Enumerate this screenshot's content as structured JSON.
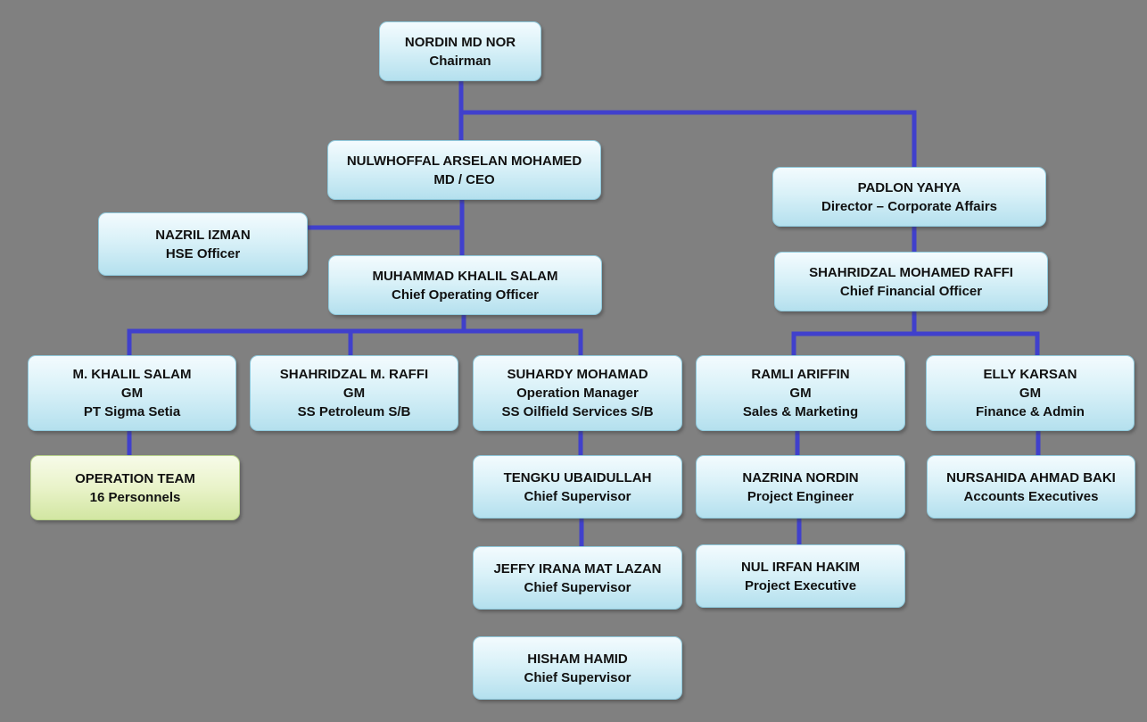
{
  "colors": {
    "connector": "#4040cc",
    "box": "#c8ebf4",
    "box_highlight": "#e3f0bd",
    "background": "#808080"
  },
  "nodes": {
    "chairman": {
      "lines": [
        "NORDIN MD NOR",
        "Chairman"
      ]
    },
    "ceo": {
      "lines": [
        "NULWHOFFAL ARSELAN MOHAMED",
        "MD / CEO"
      ]
    },
    "dir_corp": {
      "lines": [
        "PADLON YAHYA",
        "Director – Corporate Affairs"
      ]
    },
    "hse": {
      "lines": [
        "NAZRIL IZMAN",
        "HSE Officer"
      ]
    },
    "coo": {
      "lines": [
        "MUHAMMAD KHALIL SALAM",
        "Chief Operating Officer"
      ]
    },
    "cfo": {
      "lines": [
        "SHAHRIDZAL MOHAMED RAFFI",
        "Chief Financial Officer"
      ]
    },
    "gm_sigma": {
      "lines": [
        "M. KHALIL SALAM",
        "GM",
        "PT Sigma Setia"
      ]
    },
    "gm_ssp": {
      "lines": [
        "SHAHRIDZAL M. RAFFI",
        "GM",
        "SS Petroleum S/B"
      ]
    },
    "ops_mgr": {
      "lines": [
        "SUHARDY MOHAMAD",
        "Operation Manager",
        "SS Oilfield Services S/B"
      ]
    },
    "gm_sales": {
      "lines": [
        "RAMLI ARIFFIN",
        "GM",
        "Sales & Marketing"
      ]
    },
    "gm_fin": {
      "lines": [
        "ELLY KARSAN",
        "GM",
        "Finance & Admin"
      ]
    },
    "ops_team": {
      "lines": [
        "OPERATION TEAM",
        "16 Personnels"
      ]
    },
    "sup_tengku": {
      "lines": [
        "TENGKU UBAIDULLAH",
        "Chief Supervisor"
      ]
    },
    "proj_eng": {
      "lines": [
        "NAZRINA NORDIN",
        "Project Engineer"
      ]
    },
    "acct_exec": {
      "lines": [
        "NURSAHIDA AHMAD BAKI",
        "Accounts Executives"
      ]
    },
    "sup_jeffy": {
      "lines": [
        "JEFFY IRANA MAT LAZAN",
        "Chief Supervisor"
      ]
    },
    "proj_exec": {
      "lines": [
        "NUL IRFAN HAKIM",
        "Project Executive"
      ]
    },
    "sup_hisham": {
      "lines": [
        "HISHAM HAMID",
        "Chief Supervisor"
      ]
    }
  }
}
